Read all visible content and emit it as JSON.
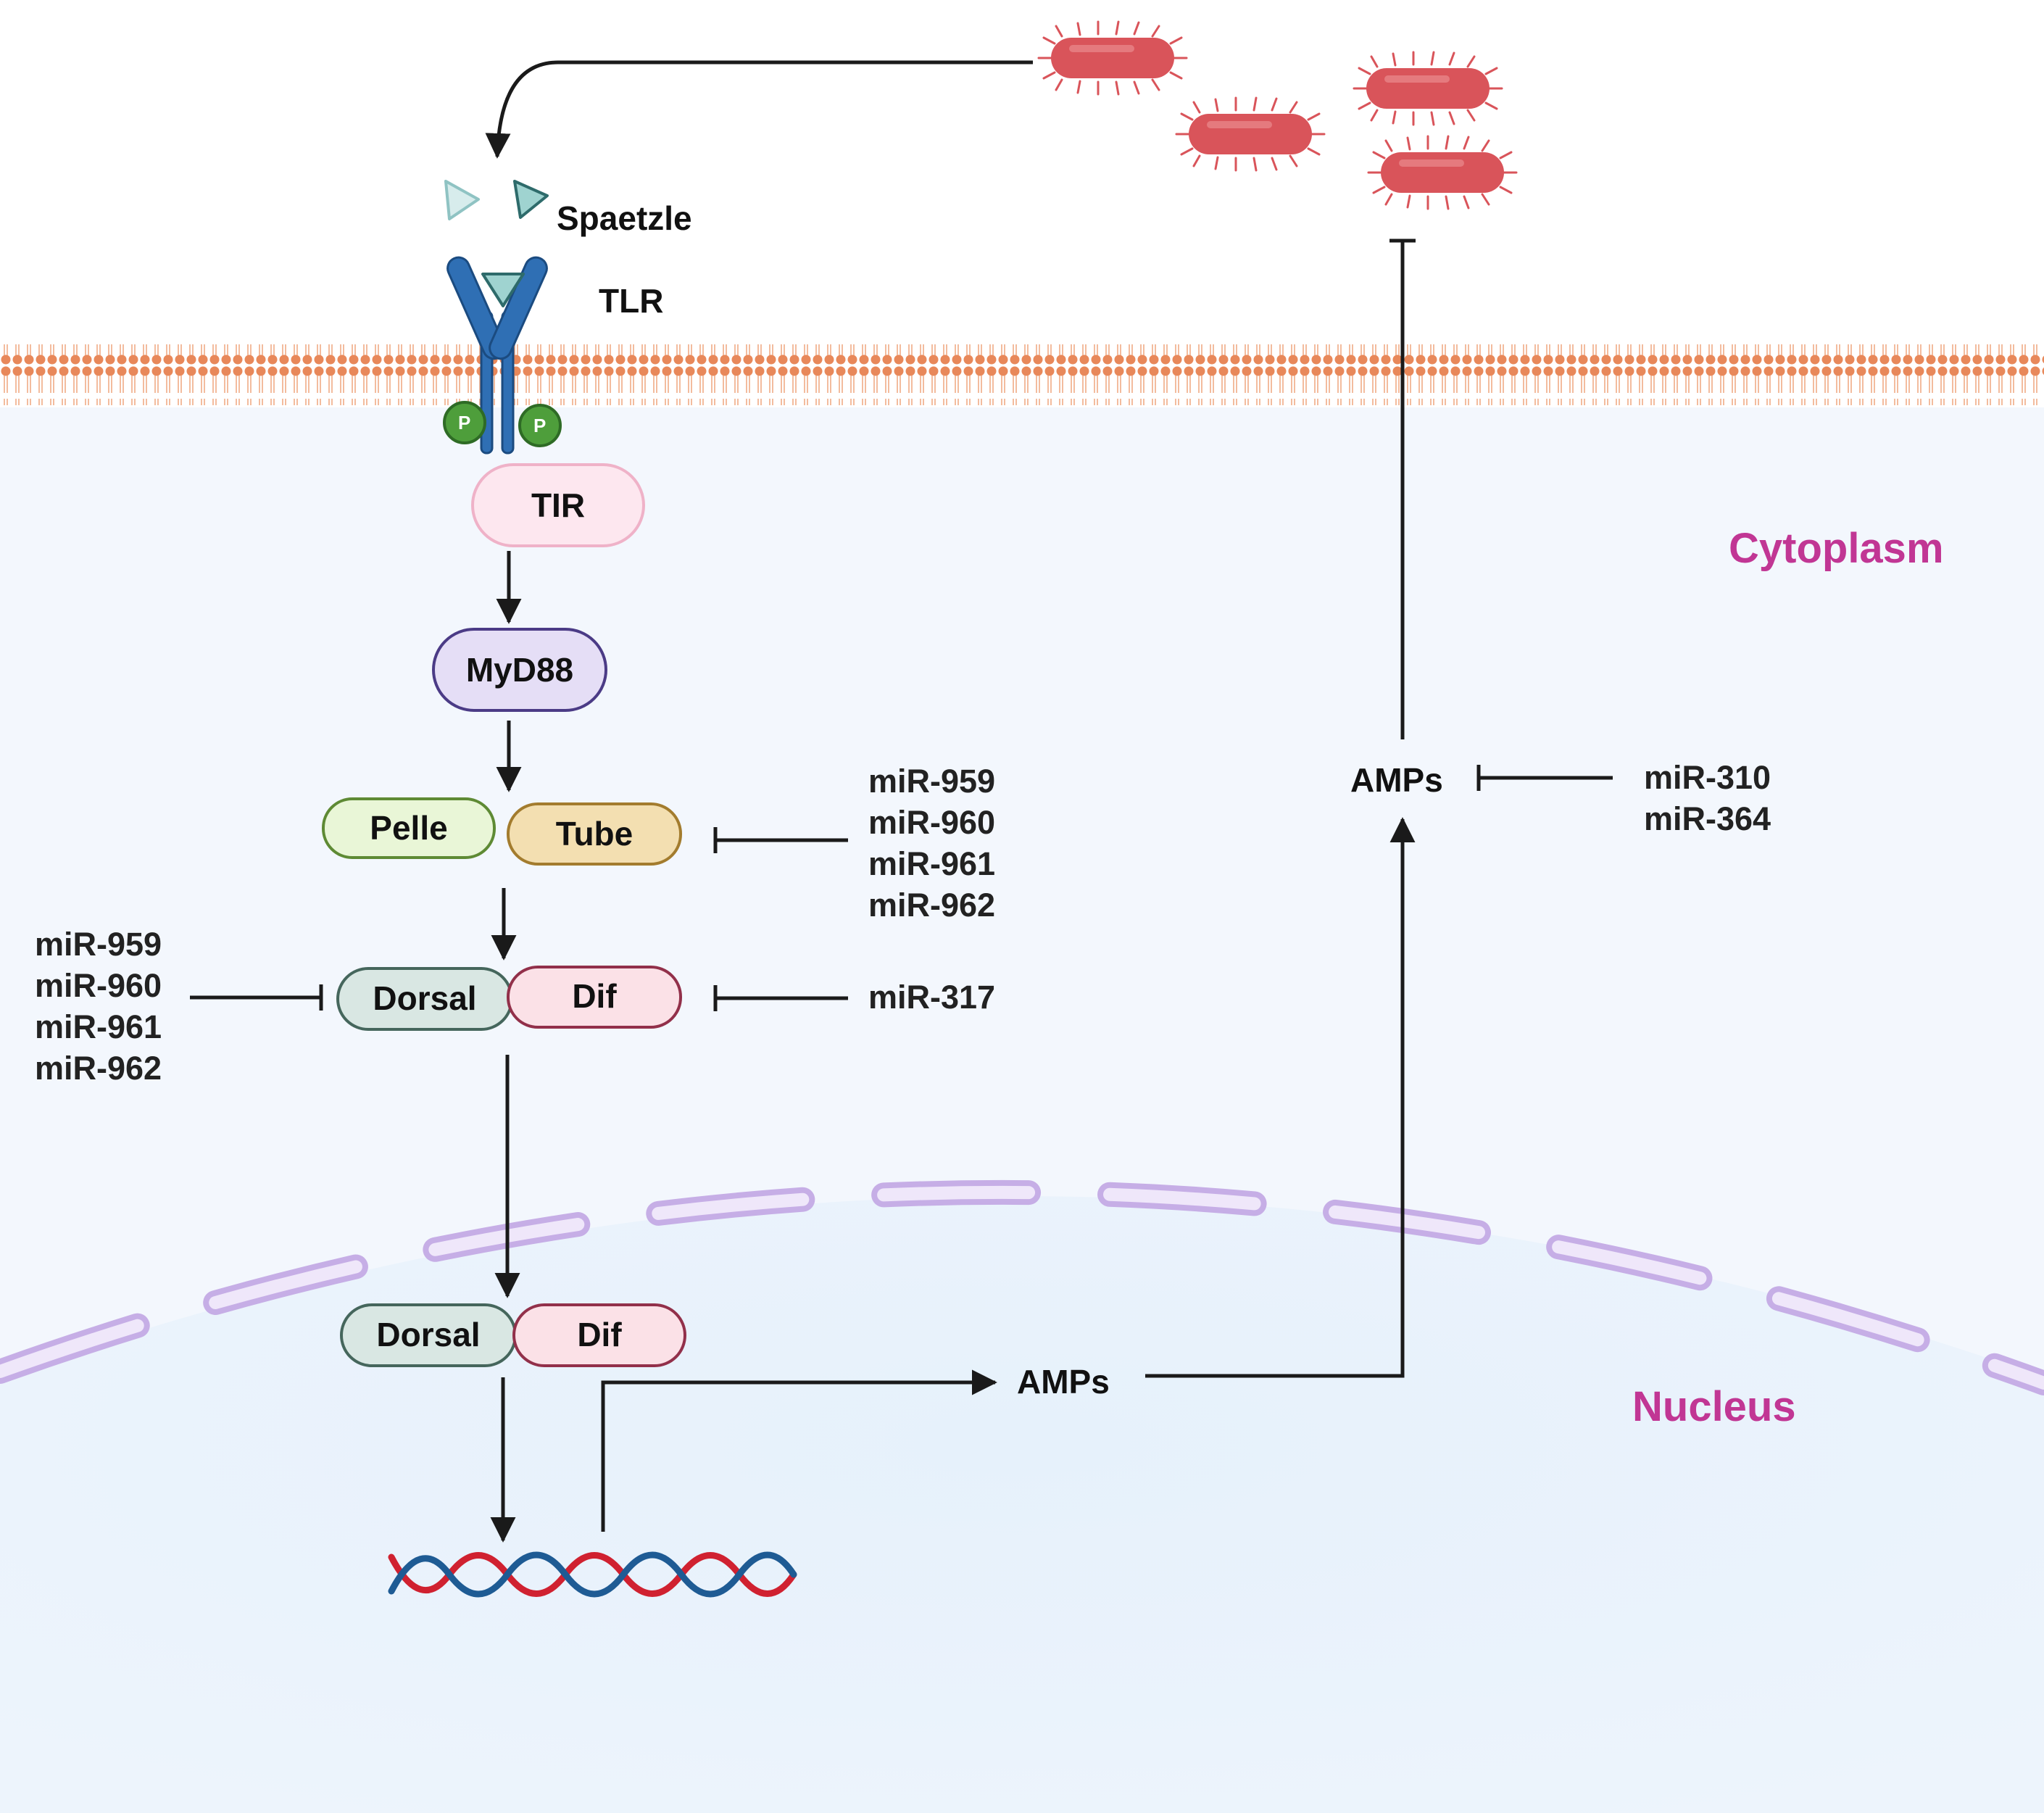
{
  "regions": {
    "cytoplasm": "Cytoplasm",
    "nucleus": "Nucleus"
  },
  "receptor": {
    "ligand": "Spaetzle",
    "receptor": "TLR",
    "phospho": "P"
  },
  "nodes": {
    "tir": "TIR",
    "myd88": "MyD88",
    "pelle": "Pelle",
    "tube": "Tube",
    "dorsal": "Dorsal",
    "dif": "Dif",
    "dorsal_nuclear": "Dorsal",
    "dif_nuclear": "Dif",
    "amps_nucleus": "AMPs",
    "amps_cytoplasm": "AMPs"
  },
  "inhibitors": {
    "tube": [
      "miR-959",
      "miR-960",
      "miR-961",
      "miR-962"
    ],
    "dorsal": [
      "miR-959",
      "miR-960",
      "miR-961",
      "miR-962"
    ],
    "dif": [
      "miR-317"
    ],
    "amps": [
      "miR-310",
      "miR-364"
    ]
  },
  "colors": {
    "membrane": "#e8885a",
    "cytoplasm_fill": "#f3f7fd",
    "nucleus_fill": "#eaf3fc",
    "envelope": "#d9c6ef",
    "bacteria": "#d9545a",
    "receptor": "#2f6fb4",
    "phospho": "#4e9e3b",
    "region_text": "#c13694",
    "dna_strand_a": "#d02130",
    "dna_strand_b": "#1e5b94"
  }
}
